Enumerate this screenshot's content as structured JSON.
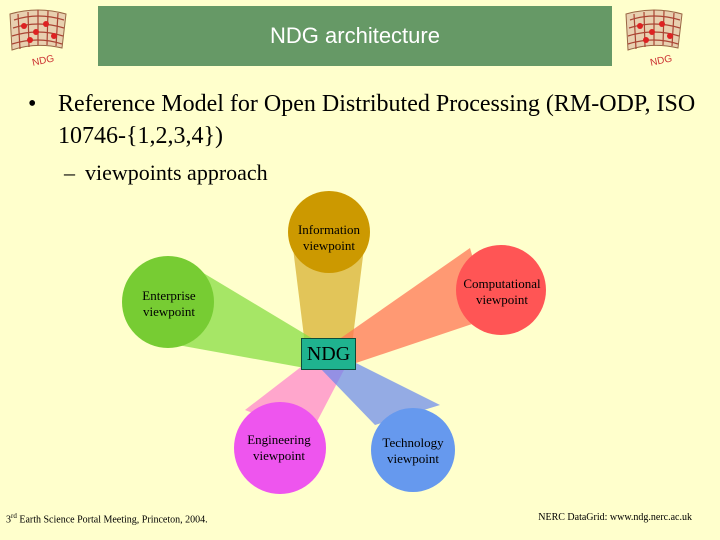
{
  "header": {
    "title": "NDG architecture",
    "logo_text": "NDG"
  },
  "content": {
    "bullet_symbol": "•",
    "bullet_text": "Reference Model for Open Distributed Processing (RM-ODP, ISO 10746-{1,2,3,4})",
    "sub_dash": "–",
    "sub_text": "viewpoints approach"
  },
  "diagram": {
    "center_label": "NDG",
    "viewpoints": [
      {
        "line1": "Information",
        "line2": "viewpoint",
        "color": "#cc9900"
      },
      {
        "line1": "Computational",
        "line2": "viewpoint",
        "color": "#ff5555"
      },
      {
        "line1": "Enterprise",
        "line2": "viewpoint",
        "color": "#77cc33"
      },
      {
        "line1": "Engineering",
        "line2": "viewpoint",
        "color": "#ee55ee"
      },
      {
        "line1": "Technology",
        "line2": "viewpoint",
        "color": "#6699ee"
      }
    ]
  },
  "footer": {
    "left_prefix": "3",
    "left_sup": "rd",
    "left_rest": " Earth Science Portal Meeting, Princeton, 2004.",
    "right": "NERC DataGrid: www.ndg.nerc.ac.uk"
  },
  "colors": {
    "background": "#ffffcc",
    "title_bar": "#669966",
    "center_box": "#1fb38f"
  }
}
